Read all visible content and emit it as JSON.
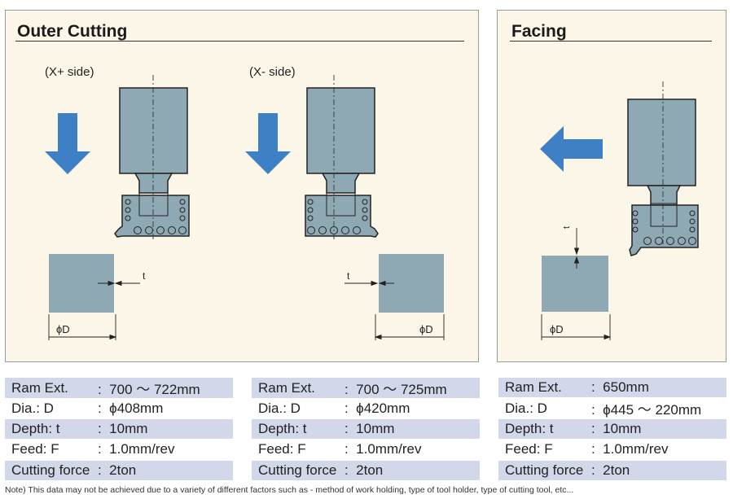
{
  "panels": {
    "outer": {
      "title": "Outer Cutting",
      "left_label": "(X+ side)",
      "right_label": "(X- side)"
    },
    "facing": {
      "title": "Facing"
    }
  },
  "diagram_labels": {
    "depth": "t",
    "diameter": "ϕD"
  },
  "icons": {
    "feed_arrow": "arrow-down-icon",
    "facing_arrow": "arrow-left-icon"
  },
  "colors": {
    "panel_bg": "#fbf6e7",
    "tool": "#8fa9b4",
    "arrow": "#3d80c6",
    "row_band": "#d2d7ea"
  },
  "tables": [
    {
      "rows": [
        {
          "label": "Ram Ext.",
          "value": "700 ～ 722mm"
        },
        {
          "label": "Dia.: D",
          "value": "ϕ408mm"
        },
        {
          "label": "Depth: t",
          "value": "10mm"
        },
        {
          "label": "Feed: F",
          "value": "1.0mm/rev"
        },
        {
          "label": "Cutting force",
          "value": "2ton"
        }
      ]
    },
    {
      "rows": [
        {
          "label": "Ram Ext.",
          "value": "700 ～ 725mm"
        },
        {
          "label": "Dia.: D",
          "value": "ϕ420mm"
        },
        {
          "label": "Depth: t",
          "value": "10mm"
        },
        {
          "label": "Feed: F",
          "value": "1.0mm/rev"
        },
        {
          "label": "Cutting force",
          "value": "2ton"
        }
      ]
    },
    {
      "rows": [
        {
          "label": "Ram Ext.",
          "value": "650mm"
        },
        {
          "label": "Dia.: D",
          "value": "ϕ445 ～ 220mm"
        },
        {
          "label": "Depth: t",
          "value": "10mm"
        },
        {
          "label": "Feed: F",
          "value": "1.0mm/rev"
        },
        {
          "label": "Cutting force",
          "value": "2ton"
        }
      ]
    }
  ],
  "note": "Note) This data may not be achieved due to a variety of different factors such as - method of work holding, type of tool holder, type of cutting tool, etc..."
}
